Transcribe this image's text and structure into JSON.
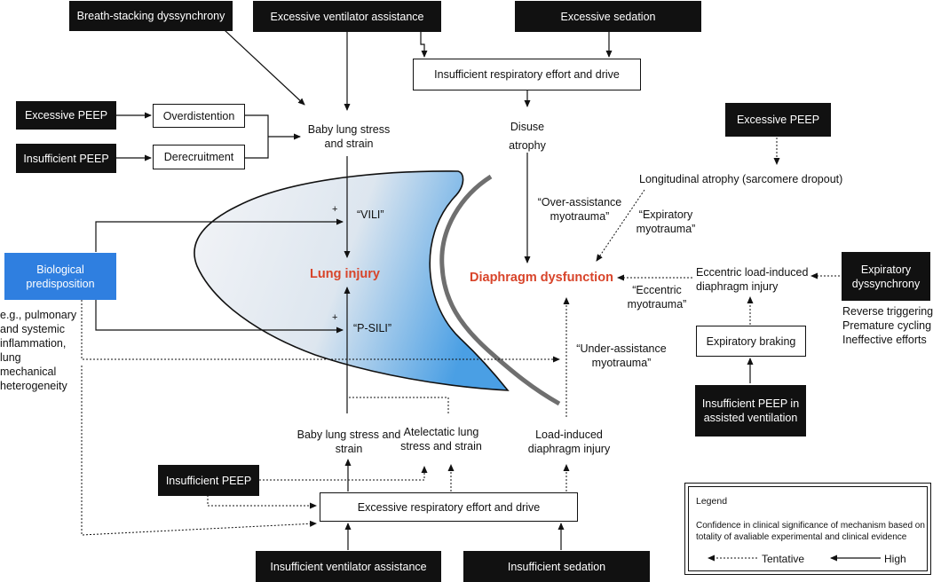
{
  "boxes": {
    "breath_stacking": "Breath-stacking dyssynchrony",
    "excessive_vent_assist": "Excessive ventilator assistance",
    "excessive_sedation": "Excessive sedation",
    "insufficient_effort": "Insufficient respiratory effort and drive",
    "excessive_peep_left": "Excessive PEEP",
    "insufficient_peep_left": "Insufficient PEEP",
    "overdistention": "Overdistention",
    "derecruitment": "Derecruitment",
    "excessive_peep_right": "Excessive PEEP",
    "biological_predisposition": "Biological predisposition",
    "expiratory_dyssynchrony": "Expiratory dyssynchrony",
    "expiratory_braking": "Expiratory braking",
    "insufficient_peep_assisted": "Insufficient PEEP in assisted ventilation",
    "insufficient_peep_bottom": "Insufficient PEEP",
    "excessive_effort": "Excessive respiratory effort and drive",
    "insufficient_vent_assist": "Insufficient ventilator assistance",
    "insufficient_sedation": "Insufficient sedation"
  },
  "labels": {
    "baby_lung_top": "Baby lung stress and strain",
    "disuse_atrophy": "Disuse atrophy",
    "over_assistance": "“Over-assistance myotrauma”",
    "longitudinal_atrophy": "Longitudinal atrophy (sarcomere dropout)",
    "expiratory_myotrauma": "“Expiratory myotrauma”",
    "vili": "“VILI”",
    "psili": "“P-SILI”",
    "lung_injury": "Lung injury",
    "diaphragm_dysfunction": "Diaphragm dysfunction",
    "eccentric_injury": "Eccentric load-induced diaphragm injury",
    "eccentric_myotrauma": "“Eccentric myotrauma”",
    "dyssynchrony_types": "Reverse triggering Premature cycling Ineffective efforts",
    "bio_examples": "e.g., pulmonary and systemic inflammation, lung mechanical heterogeneity",
    "under_assistance": "“Under-assistance myotrauma”",
    "baby_lung_bottom": "Baby lung stress and strain",
    "atelectatic": "Atelectatic lung stress and strain",
    "load_induced": "Load-induced diaphragm injury",
    "plus": "+"
  },
  "legend": {
    "title": "Legend",
    "note": "Confidence in clinical significance of mechanism based on totality of avaliable experimental and clinical evidence",
    "tentative": "Tentative",
    "high": "High"
  },
  "colors": {
    "dark_box": "#111111",
    "bio_box": "#2f7fe0",
    "injury_text": "#d8442a",
    "lung_light": "#eef1f6",
    "lung_blue": "#5aa7e6",
    "diaphragm": "#6f6f6f"
  }
}
